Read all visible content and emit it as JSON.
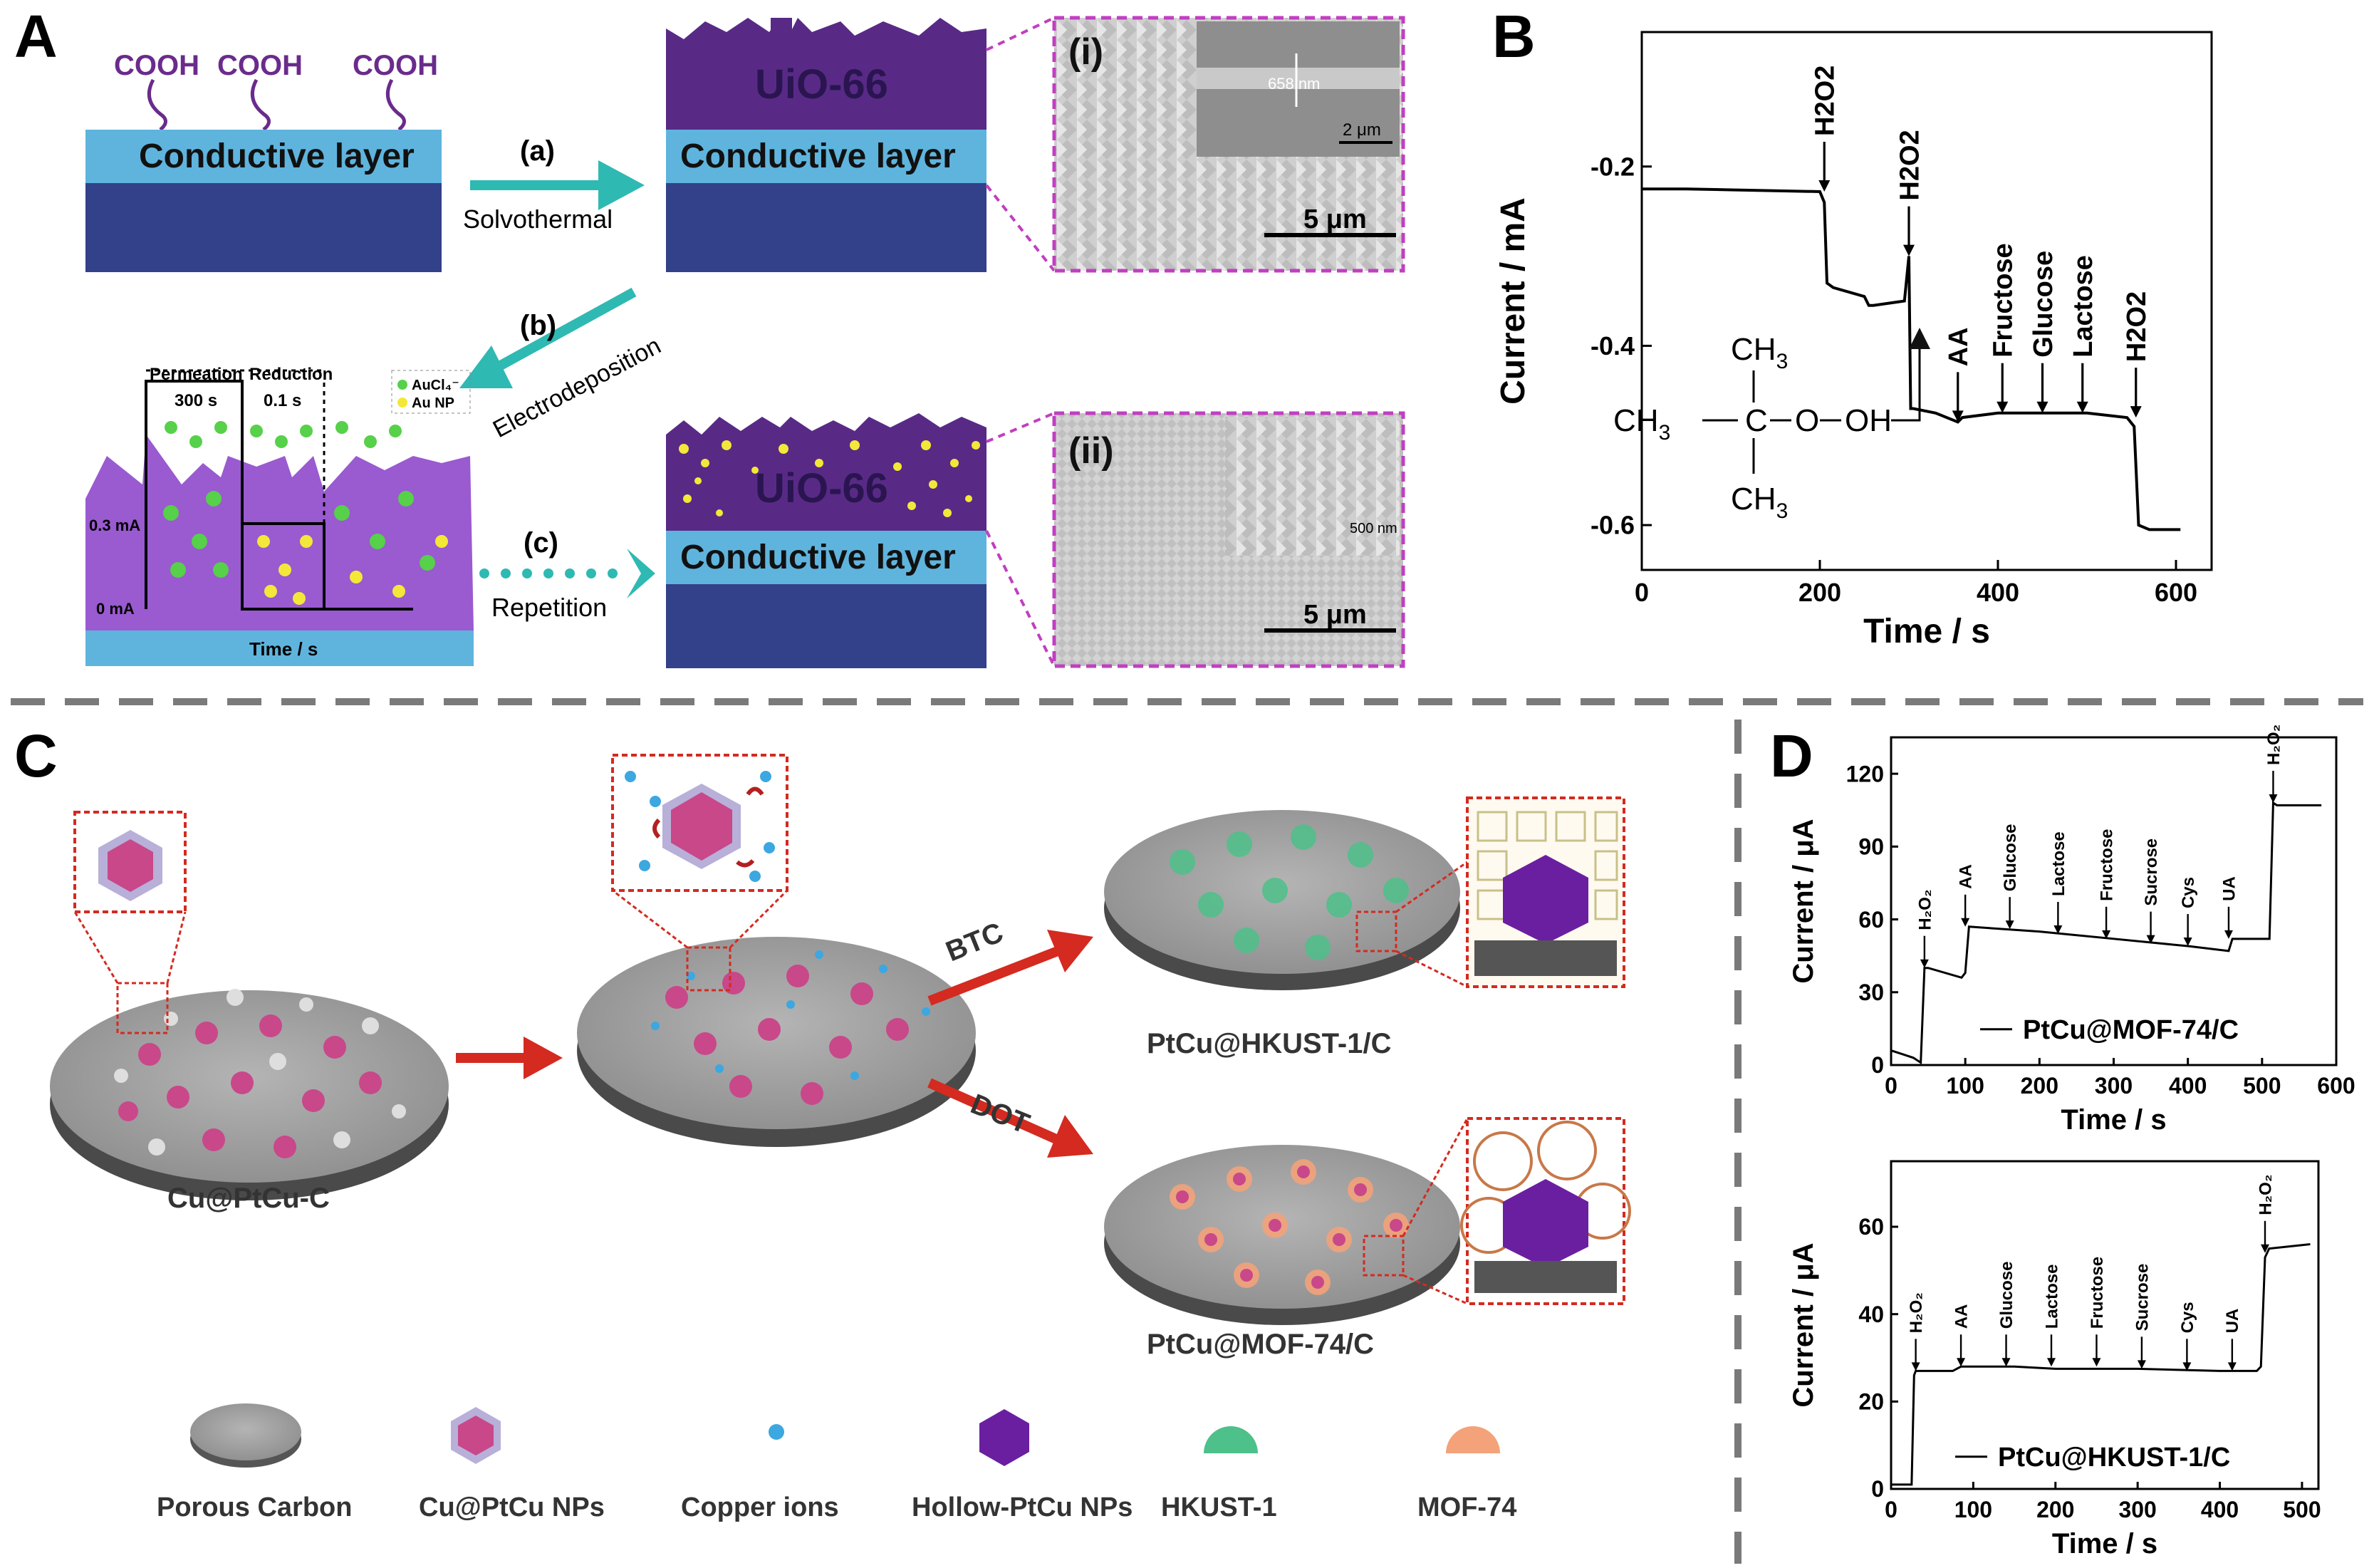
{
  "panels": {
    "A": {
      "letter": "A",
      "cooh": [
        "COOH",
        "COOH",
        "COOH"
      ],
      "conductive_layer": "Conductive layer",
      "uio66": "UiO-66",
      "step_a": "(a)",
      "step_a_label": "Solvothermal",
      "step_b": "(b)",
      "step_b_label": "Electrodeposition",
      "step_c": "(c)",
      "step_c_label": "Repetition",
      "sem_i": "(i)",
      "sem_ii": "(ii)",
      "inset_thickness": "658 nm",
      "inset_scale": "2 μm",
      "scale_5um": "5 μm",
      "scale_500nm": "500 nm",
      "pulse": {
        "permeation": "Permeation",
        "reduction": "Reduction",
        "t1": "300 s",
        "t2": "0.1 s",
        "legend1": "AuCl₄⁻",
        "legend2": "Au NP",
        "ylabel_high": "0.3 mA",
        "ylabel_low": "0 mA",
        "xlabel": "Time / s"
      }
    },
    "B": {
      "letter": "B",
      "chemical": {
        "ch3_top": "CH",
        "ch3_left": "CH",
        "ch3_bottom": "CH",
        "sub3": "3",
        "c": "C",
        "o": "O",
        "oh": "OH"
      }
    },
    "C": {
      "letter": "C",
      "btc": "BTC",
      "dot": "DOT",
      "label_left": "Cu@PtCu-C",
      "label_top": "PtCu@HKUST-1/C",
      "label_bottom": "PtCu@MOF-74/C",
      "legend": [
        "Porous Carbon",
        "Cu@PtCu NPs",
        "Copper ions",
        "Hollow-PtCu NPs",
        "HKUST-1",
        "MOF-74"
      ]
    },
    "D": {
      "letter": "D"
    }
  },
  "colors": {
    "conductive": "#5fb4dd",
    "substrate": "#33408a",
    "uio": "#582a86",
    "teal": "#2fb9b3",
    "magenta": "#c03fc0",
    "red": "#d42a20",
    "au_yellow": "#f3e839",
    "aucl_green": "#57d04a"
  },
  "chart_data": [
    {
      "type": "line",
      "panel": "B",
      "xlabel": "Time / s",
      "ylabel": "Current / mA",
      "xlim": [
        0,
        640
      ],
      "ylim": [
        -0.65,
        -0.05
      ],
      "xticks": [
        0,
        200,
        400,
        600
      ],
      "yticks": [
        -0.2,
        -0.4,
        -0.6
      ],
      "series": [
        {
          "x": [
            0,
            50,
            100,
            150,
            200,
            205,
            208,
            215,
            250,
            255,
            260,
            295,
            300,
            302,
            305,
            330,
            355,
            360,
            400,
            450,
            500,
            545,
            553,
            558,
            570,
            605
          ],
          "y": [
            -0.225,
            -0.225,
            -0.226,
            -0.227,
            -0.228,
            -0.24,
            -0.33,
            -0.335,
            -0.345,
            -0.355,
            -0.355,
            -0.35,
            -0.3,
            -0.47,
            -0.47,
            -0.475,
            -0.485,
            -0.48,
            -0.475,
            -0.475,
            -0.475,
            -0.48,
            -0.49,
            -0.6,
            -0.605,
            -0.605
          ]
        }
      ],
      "annotations": [
        {
          "text": "H2O2",
          "x": 205,
          "y": -0.228
        },
        {
          "text": "H2O2",
          "x": 300,
          "y": -0.3
        },
        {
          "text": "AA",
          "x": 355,
          "y": -0.485
        },
        {
          "text": "Fructose",
          "x": 405,
          "y": -0.475
        },
        {
          "text": "Glucose",
          "x": 450,
          "y": -0.475
        },
        {
          "text": "Lactose",
          "x": 495,
          "y": -0.475
        },
        {
          "text": "H2O2",
          "x": 555,
          "y": -0.48
        }
      ],
      "grid": false
    },
    {
      "type": "line",
      "panel": "D-top",
      "xlabel": "Time / s",
      "ylabel": "Current / μA",
      "xlim": [
        0,
        600
      ],
      "ylim": [
        0,
        135
      ],
      "xticks": [
        0,
        100,
        200,
        300,
        400,
        500,
        600
      ],
      "yticks": [
        0,
        30,
        60,
        90,
        120
      ],
      "series": [
        {
          "name": "PtCu@MOF-74/C",
          "x": [
            0,
            10,
            30,
            40,
            45,
            50,
            95,
            100,
            105,
            200,
            300,
            400,
            455,
            460,
            510,
            515,
            520,
            580
          ],
          "y": [
            6,
            5,
            3,
            1,
            40,
            40,
            36,
            38,
            57,
            55,
            52,
            49,
            47,
            52,
            52,
            108,
            107,
            107
          ]
        }
      ],
      "annotations": [
        {
          "text": "H₂O₂",
          "x": 45,
          "y": 40
        },
        {
          "text": "AA",
          "x": 100,
          "y": 57
        },
        {
          "text": "Glucose",
          "x": 160,
          "y": 56
        },
        {
          "text": "Lactose",
          "x": 225,
          "y": 54
        },
        {
          "text": "Fructose",
          "x": 290,
          "y": 52
        },
        {
          "text": "Sucrose",
          "x": 350,
          "y": 50
        },
        {
          "text": "Cys",
          "x": 400,
          "y": 49
        },
        {
          "text": "UA",
          "x": 455,
          "y": 52
        },
        {
          "text": "H₂O₂",
          "x": 515,
          "y": 108
        }
      ],
      "legend": "bottom-right",
      "grid": false
    },
    {
      "type": "line",
      "panel": "D-bottom",
      "xlabel": "Time / s",
      "ylabel": "Current / μA",
      "xlim": [
        0,
        520
      ],
      "ylim": [
        0,
        75
      ],
      "xticks": [
        0,
        100,
        200,
        300,
        400,
        500
      ],
      "yticks": [
        0,
        20,
        40,
        60
      ],
      "series": [
        {
          "name": "PtCu@HKUST-1/C",
          "x": [
            0,
            25,
            28,
            30,
            75,
            85,
            150,
            200,
            300,
            400,
            445,
            450,
            455,
            460,
            510
          ],
          "y": [
            1,
            1,
            26,
            27,
            27,
            28,
            28,
            27.5,
            27.5,
            27,
            27,
            28,
            53,
            55,
            56
          ]
        }
      ],
      "annotations": [
        {
          "text": "H₂O₂",
          "x": 30,
          "y": 27
        },
        {
          "text": "AA",
          "x": 85,
          "y": 28
        },
        {
          "text": "Glucose",
          "x": 140,
          "y": 28
        },
        {
          "text": "Lactose",
          "x": 195,
          "y": 28
        },
        {
          "text": "Fructose",
          "x": 250,
          "y": 28
        },
        {
          "text": "Sucrose",
          "x": 305,
          "y": 27.5
        },
        {
          "text": "Cys",
          "x": 360,
          "y": 27
        },
        {
          "text": "UA",
          "x": 415,
          "y": 27
        },
        {
          "text": "H₂O₂",
          "x": 455,
          "y": 54
        }
      ],
      "legend": "bottom-right",
      "grid": false
    }
  ]
}
